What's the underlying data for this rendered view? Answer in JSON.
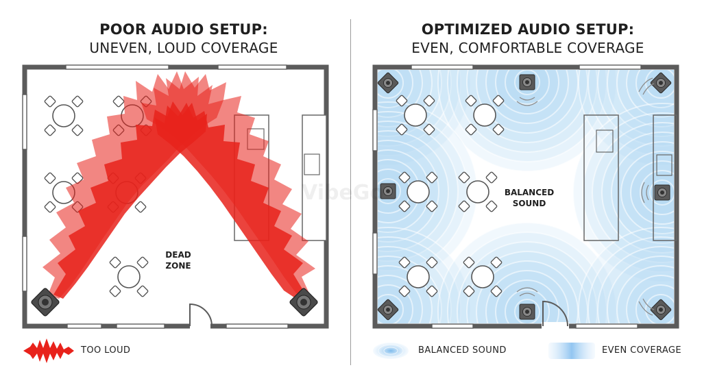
{
  "left_panel": {
    "title_line1": "POOR AUDIO SETUP:",
    "title_line2": "UNEVEN, LOUD COVERAGE",
    "dead_zone_line1": "DEAD",
    "dead_zone_line2": "ZONE"
  },
  "right_panel": {
    "title_line1": "OPTIMIZED AUDIO SETUP:",
    "title_line2": "EVEN, COMFORTABLE COVERAGE",
    "center_label_line1": "BALANCED",
    "center_label_line2": "SOUND"
  },
  "legend": {
    "too_loud": "TOO LOUD",
    "balanced_sound": "BALANCED SOUND",
    "even_coverage": "EVEN COVERAGE"
  },
  "watermark": "VibeGo",
  "colors": {
    "loud_red": "#e8221b",
    "balanced_blue": "#9fcdf2",
    "wall": "#5b5b5b",
    "speaker": "#4a4a4a"
  },
  "icons": {
    "table": "round-table-with-4-chairs",
    "speaker": "speaker-icon",
    "sound": "sound-wave-icon"
  }
}
